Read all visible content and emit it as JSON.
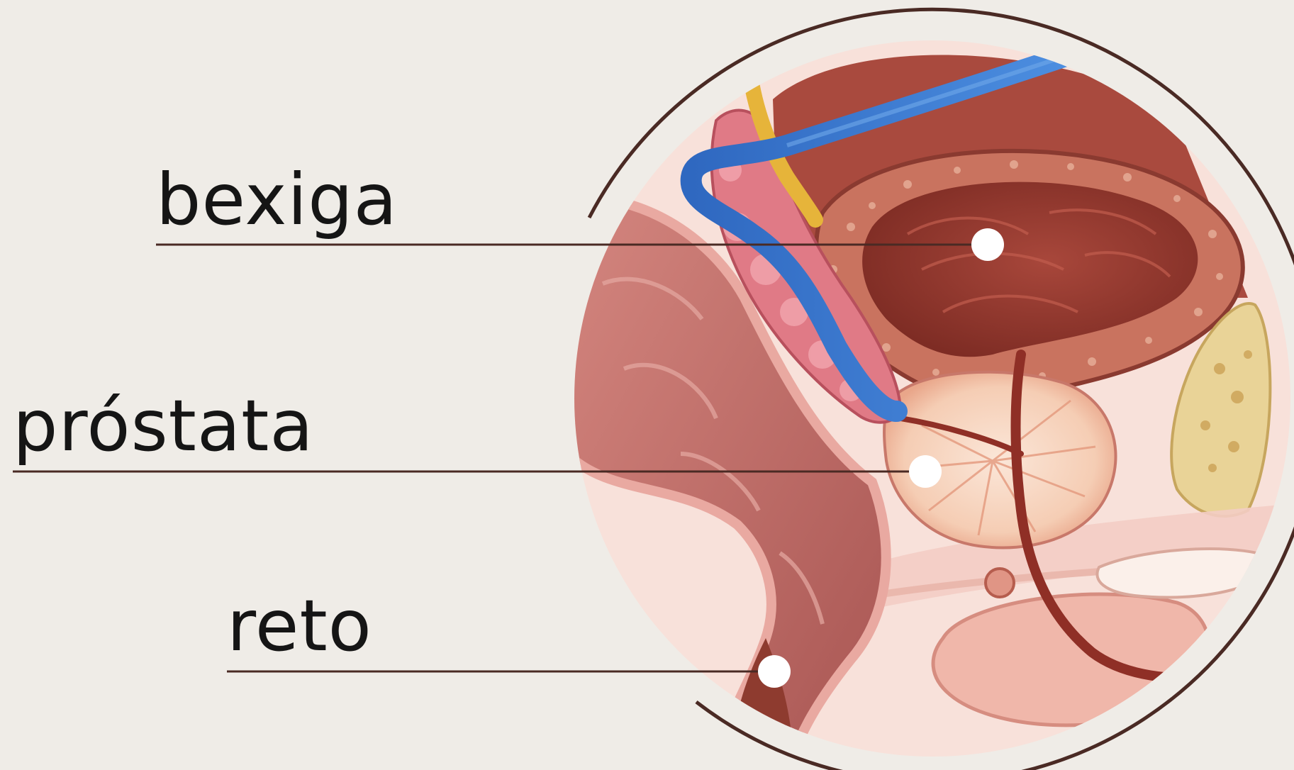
{
  "labels": {
    "bladder": "bexiga",
    "prostate": "próstata",
    "rectum": "reto"
  },
  "colors": {
    "background": "#efece7",
    "frame": "#4a2a24",
    "leader": "#4a2a24",
    "marker": "#ffffff",
    "vein": "#3f7fd0",
    "nerve": "#e6b43a",
    "seminal_vesicle": "#e07a86",
    "bladder_wall": "#b7564a",
    "bladder_lumen": "#9b3d33",
    "prostate": "#f4d3c0",
    "rectum": "#c46e6c",
    "bone": "#e9d397",
    "soft_tissue": "#f9e3dc"
  }
}
